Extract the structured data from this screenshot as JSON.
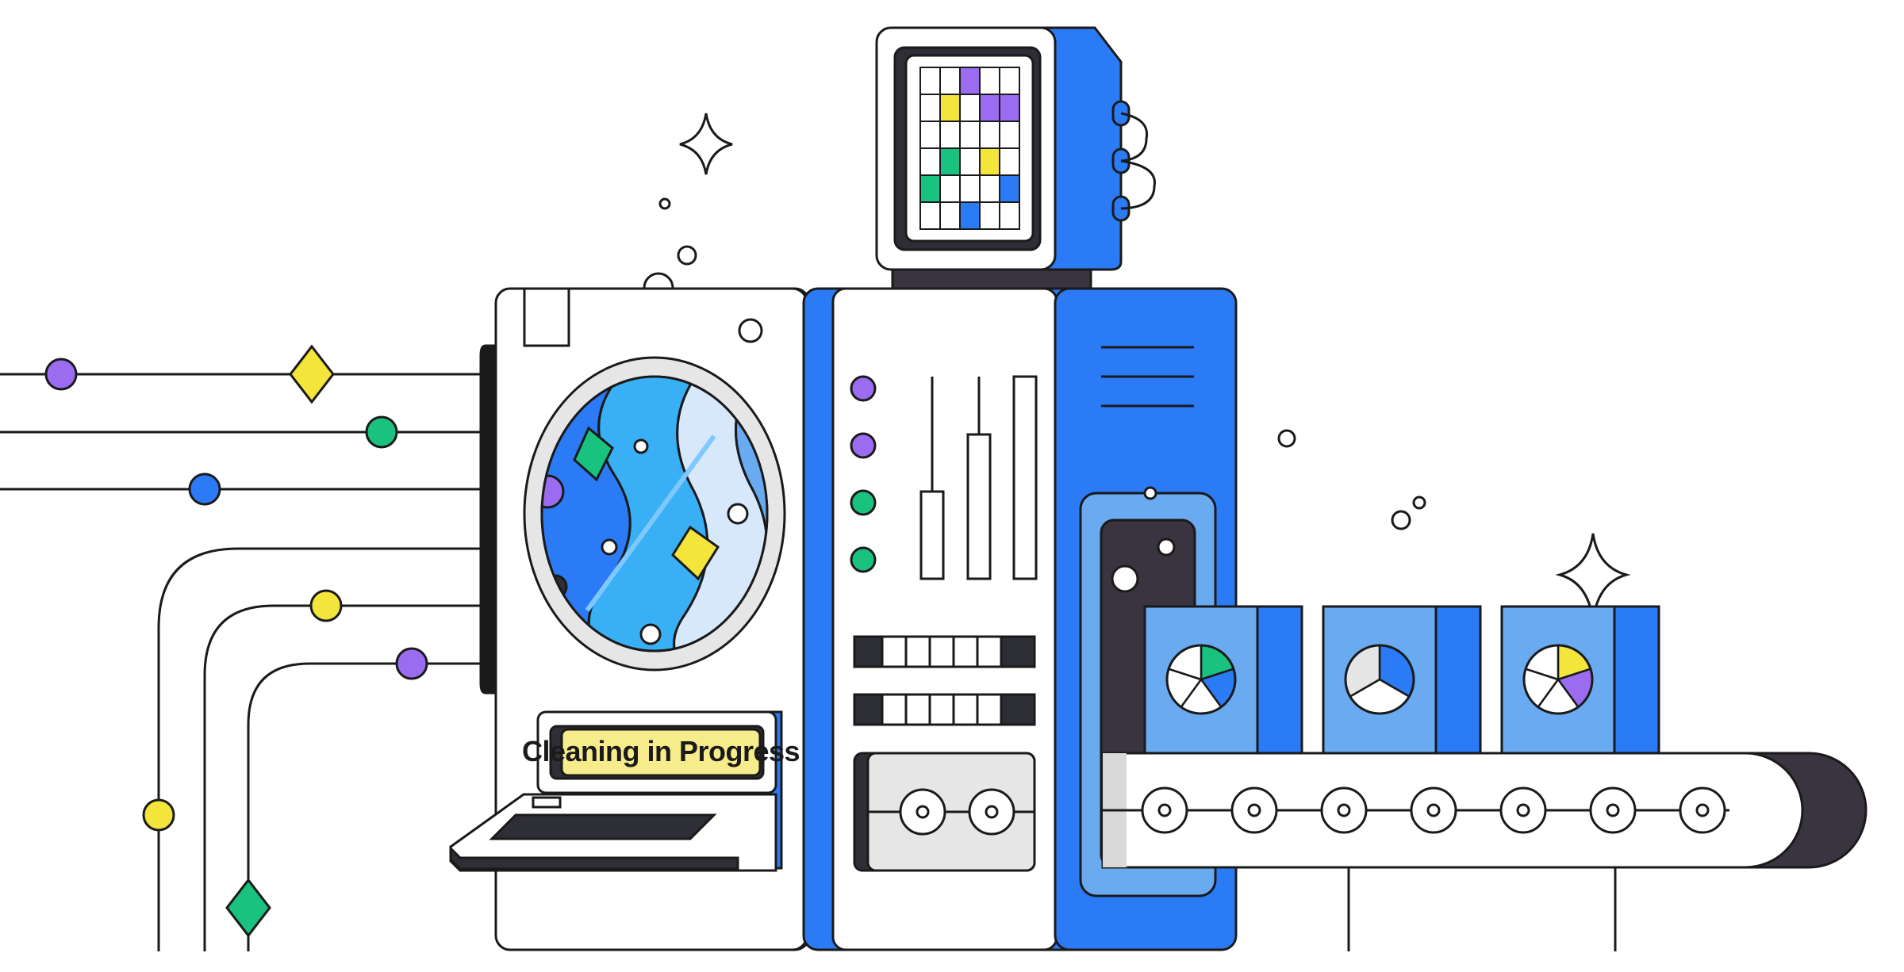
{
  "status_panel": {
    "label": "Cleaning in Progress"
  },
  "colors": {
    "outline": "#1a1a1a",
    "blue": "#2b7bf6",
    "light_blue": "#6aaaf0",
    "pale_blue": "#d8e8fb",
    "purple": "#9b6cf0",
    "yellow": "#f4e53a",
    "green": "#19c27f",
    "dark": "#3a3440",
    "gray": "#e5e5e5",
    "label_bg": "#f7ec8b"
  },
  "grid_display": {
    "rows": 6,
    "cols": 5,
    "cells": [
      {
        "r": 0,
        "c": 2,
        "color": "purple"
      },
      {
        "r": 1,
        "c": 1,
        "color": "yellow"
      },
      {
        "r": 1,
        "c": 3,
        "color": "purple"
      },
      {
        "r": 1,
        "c": 4,
        "color": "purple"
      },
      {
        "r": 3,
        "c": 1,
        "color": "green"
      },
      {
        "r": 3,
        "c": 3,
        "color": "yellow"
      },
      {
        "r": 4,
        "c": 0,
        "color": "green"
      },
      {
        "r": 4,
        "c": 4,
        "color": "blue"
      },
      {
        "r": 5,
        "c": 2,
        "color": "blue"
      }
    ]
  },
  "indicator_lights": [
    "purple",
    "purple",
    "green",
    "green"
  ],
  "boxes": [
    {
      "slices": [
        "green",
        "blue",
        "white",
        "white",
        "white"
      ]
    },
    {
      "slices": [
        "blue",
        "white",
        "gray"
      ]
    },
    {
      "slices": [
        "yellow",
        "purple",
        "white",
        "white",
        "white"
      ]
    }
  ]
}
